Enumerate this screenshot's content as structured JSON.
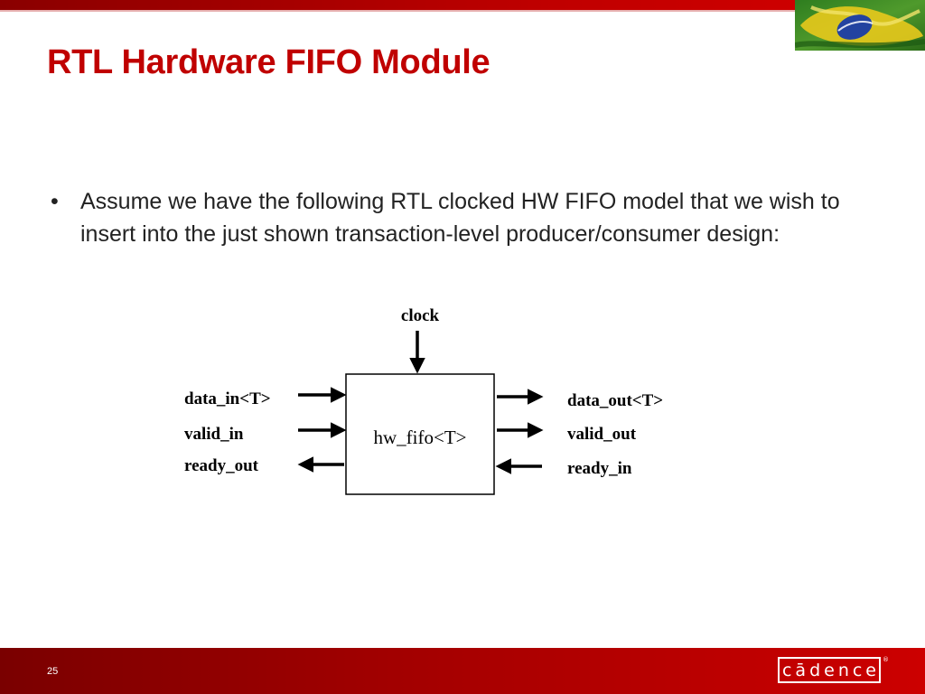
{
  "slide": {
    "title": "RTL Hardware FIFO Module",
    "bullet": "Assume we have the following RTL clocked HW FIFO model that we wish to insert into the just shown transaction-level producer/consumer design:",
    "number": "25"
  },
  "diagram": {
    "clock_label": "clock",
    "module_label": "hw_fifo<T>",
    "left_ports": [
      {
        "label": "data_in<T>",
        "direction": "in"
      },
      {
        "label": "valid_in",
        "direction": "in"
      },
      {
        "label": "ready_out",
        "direction": "out"
      }
    ],
    "right_ports": [
      {
        "label": "data_out<T>",
        "direction": "out"
      },
      {
        "label": "valid_out",
        "direction": "out"
      },
      {
        "label": "ready_in",
        "direction": "in"
      }
    ]
  },
  "footer": {
    "logo_text": "cādence",
    "logo_mark": "®"
  },
  "colors": {
    "title": "#c00000",
    "brand_red": "#c00000",
    "text": "#222222"
  },
  "icons": {
    "top_right": "brazil-flag-image",
    "logo": "cadence-logo"
  }
}
